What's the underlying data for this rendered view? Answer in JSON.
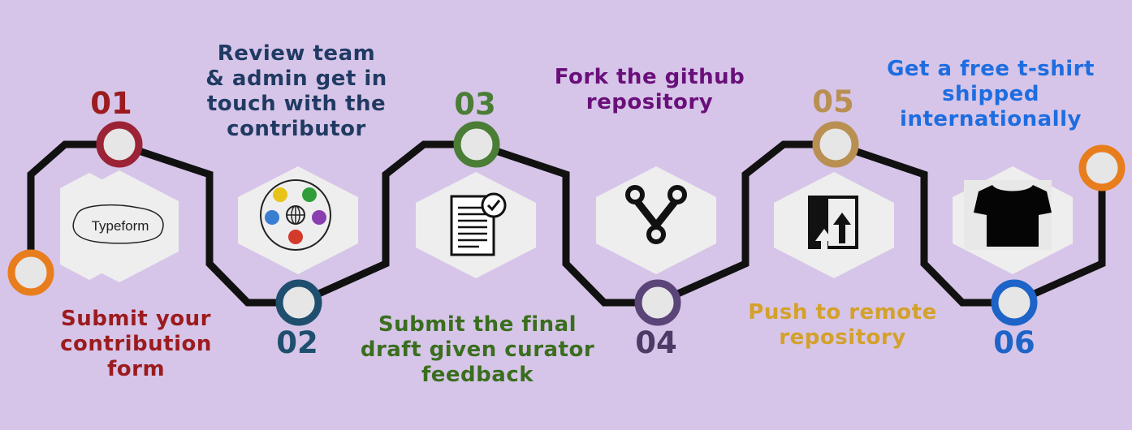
{
  "steps": [
    {
      "number": "01",
      "lines": [
        "Submit your",
        "contribution",
        "form"
      ],
      "color": "#9b1b1e",
      "ring_color": "#9b2335",
      "icon": "typeform-logo",
      "icon_text": "Typeform"
    },
    {
      "number": "02",
      "lines": [
        "Review team",
        "& admin get in",
        "touch with the",
        "contributor"
      ],
      "color": "#1f4e6e",
      "label_color": "#203a63",
      "ring_color": "#1f4e6e",
      "icon": "team-globe-icon"
    },
    {
      "number": "03",
      "lines": [
        "Submit the final",
        "draft given curator",
        "feedback"
      ],
      "color": "#4a7d35",
      "label_color": "#3a6e1e",
      "ring_color": "#4a7d35",
      "icon": "document-check-icon"
    },
    {
      "number": "04",
      "lines": [
        "Fork the github",
        "repository"
      ],
      "color": "#4e3a66",
      "label_color": "#6a0f7a",
      "ring_color": "#5a4478",
      "icon": "git-fork-icon"
    },
    {
      "number": "05",
      "lines": [
        "Push to remote",
        "repository"
      ],
      "color": "#b98f52",
      "label_color": "#d4a12a",
      "ring_color": "#b98f52",
      "icon": "push-upload-icon"
    },
    {
      "number": "06",
      "lines": [
        "Get a free t-shirt",
        "shipped",
        "internationally"
      ],
      "color": "#1e64c8",
      "label_color": "#1e6de0",
      "ring_color": "#1e64c8",
      "icon": "tshirt-icon"
    }
  ],
  "colors": {
    "background": "#d6c5e8",
    "path": "#111111",
    "hexagon": "#eeeeee",
    "start_ring": "#e87d1e",
    "end_ring": "#e87d1e"
  }
}
